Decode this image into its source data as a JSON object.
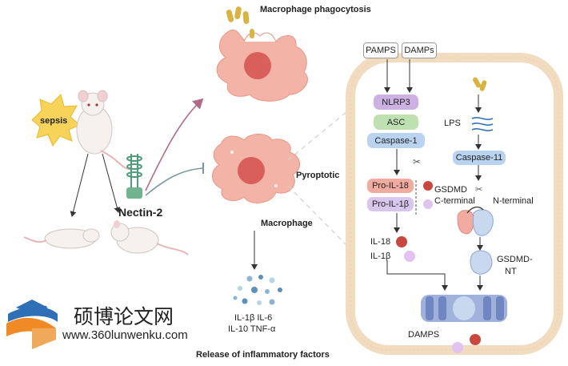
{
  "labels": {
    "phagocytosis": "Macrophage phagocytosis",
    "sepsis": "sepsis",
    "nectin2": "Nectin-2",
    "pyroptotic": "Pyroptotic",
    "macrophage": "Macrophage",
    "cytokines_line1": "IL-1β IL-6",
    "cytokines_line2": "IL-10 TNF-α",
    "release": "Release of inflammatory factors",
    "pamps": "PAMPS",
    "damps_in": "DAMPs",
    "nlrp3": "NLRP3",
    "asc": "ASC",
    "caspase1": "Caspase-1",
    "pro_il18": "Pro-IL-18",
    "pro_il1b": "Pro-IL-1β",
    "il18": "IL-18",
    "il1b": "IL-1β",
    "lps": "LPS",
    "caspase11": "Caspase-11",
    "gsdmd": "GSDMD",
    "c_terminal": "C-terminal",
    "n_terminal": "N-terminal",
    "gsdmd_nt_1": "GSDMD-",
    "gsdmd_nt_2": "NT",
    "damps_out": "DAMPS"
  },
  "watermark": {
    "title": "硕博论文网",
    "url": "www.360lunwenku.com"
  },
  "colors": {
    "cell_fill": "#f3b3a6",
    "cell_nucleus": "#d9605a",
    "membrane": "#f2dcc0",
    "nlrp3": "#cdb1e3",
    "asc": "#bfe0b0",
    "caspase": "#b9d3f0",
    "pro_il18": "#f2aba0",
    "pro_il1b": "#d9c6ec",
    "il18_dot": "#c9473e",
    "il1b_dot": "#e2c2ee",
    "pore": "#8fa4d6",
    "arrow_purple": "#b06a8a",
    "arrow_teal": "#7a9aa0",
    "watermark_orange": "#f08a24",
    "watermark_blue": "#2f6fb6"
  }
}
